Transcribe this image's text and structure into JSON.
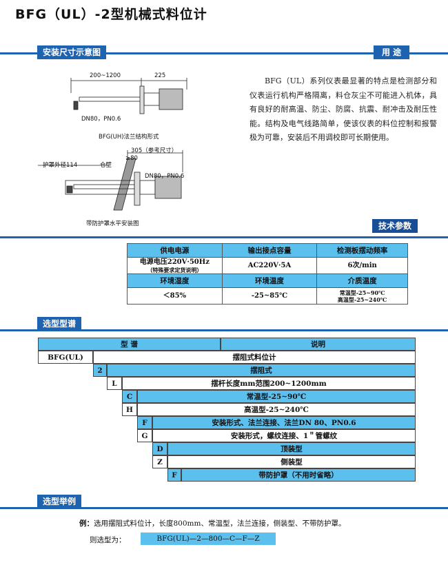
{
  "title": "BFG（UL）-2型机械式料位计",
  "sections": {
    "install": "安装尺寸示意图",
    "usage": "用  途",
    "tech": "技术参数",
    "model": "选型型谱",
    "example": "选型举例"
  },
  "usage_text": "BFG（UL）系列仪表最显著的特点是检测部分和仪表运行机构严格隔离，料仓灰尘不可能进入机体，具有良好的耐高温、防尘、防腐、抗震、耐冲击及耐压性能。结构及电气线路简单，使该仪表的料位控制和报警极为可靠，安装后不用调校即可长期使用。",
  "diagram1": {
    "dim_a": "200~1200",
    "dim_b": "225",
    "flange": "DN80，PN0.6",
    "caption": "BFG(UH)法兰结构形式"
  },
  "diagram2": {
    "dim_ref": "305（参考尺寸）",
    "dim_80": "≥80",
    "guard": "护罩外径114",
    "wall": "仓壁",
    "flange": "DN80，PN0.6",
    "caption": "带防护罩水平安装图"
  },
  "spec": {
    "h1": [
      "供电电源",
      "输出接点容量",
      "检测板摆动频率"
    ],
    "r1": {
      "a": "电源电压220V·50Hz",
      "a2": "（特殊要求定货说明）",
      "b": "AC220V·5A",
      "c": "6次/min"
    },
    "h2": [
      "环境湿度",
      "环境温度",
      "介质温度"
    ],
    "r2": {
      "a": "＜85%",
      "b": "-25~85℃",
      "c1": "常温型-25~90℃",
      "c2": "高温型-25~240℃"
    }
  },
  "model": {
    "head_left": "型    谱",
    "head_right": "说明",
    "rows": [
      {
        "code": "BFG(UL)",
        "desc": "摆阻式料位计"
      },
      {
        "code": "2",
        "desc": "摆阻式"
      },
      {
        "code": "L",
        "desc": "摆杆长度mm范围200~1200mm"
      },
      {
        "code": "C",
        "desc": "常温型-25~90℃"
      },
      {
        "code": "H",
        "desc": "高温型-25~240℃"
      },
      {
        "code": "F",
        "desc": "安装形式、法兰连接、法兰DN 80、PN0.6"
      },
      {
        "code": "G",
        "desc": "安装形式，螺纹连接、1＂管螺纹"
      },
      {
        "code": "D",
        "desc": "顶装型"
      },
      {
        "code": "Z",
        "desc": "侧装型"
      },
      {
        "code": "F",
        "desc": "带防护罩（不用时省略）"
      }
    ]
  },
  "example": {
    "prefix": "例：",
    "text": "选用摆阻式料位计，长度800mm、常温型，法兰连接，侧装型、不带防护罩。",
    "result_label": "则选型为：",
    "result": "BFG(UL)—2—800—C—F—Z"
  }
}
